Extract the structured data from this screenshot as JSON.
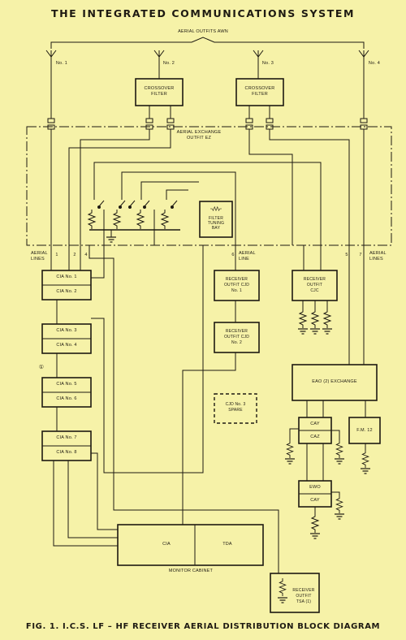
{
  "title": "THE INTEGRATED COMMUNICATIONS SYSTEM",
  "caption": "FIG. 1.  I.C.S. LF – HF RECEIVER AERIAL DISTRIBUTION BLOCK DIAGRAM",
  "aerial_outfits_label": "AERIAL OUTFITS AWN",
  "aerials": [
    "No. 1",
    "No. 2",
    "No. 3",
    "No. 4"
  ],
  "crossover_left": [
    "CROSSOVER",
    "FILTER"
  ],
  "crossover_right": [
    "CROSSOVER",
    "FILTER"
  ],
  "exchange_label": [
    "AERIAL EXCHANGE",
    "OUTFIT EZ"
  ],
  "filter_tuning_bay": [
    "FILTER",
    "TUNING",
    "BAY"
  ],
  "aerial_lines_left": [
    "AERIAL",
    "LINES"
  ],
  "aerial_line_mid": [
    "AERIAL",
    "LINE"
  ],
  "aerial_lines_right": [
    "AERIAL",
    "LINES"
  ],
  "line_numbers": {
    "l1": "1",
    "l2": "2",
    "l4": "4",
    "l6": "6",
    "l5": "5",
    "l7": "7"
  },
  "cia": [
    "CIA No. 1",
    "CIA No. 2",
    "CIA No. 3",
    "CIA No. 4",
    "CIA No. 5",
    "CIA No. 6",
    "CIA No. 7",
    "CIA No. 8"
  ],
  "cjd1": [
    "RECEIVER",
    "OUTFIT CJD",
    "No. 1"
  ],
  "cjd2": [
    "RECEIVER",
    "OUTFIT CJD",
    "No. 2"
  ],
  "cjd3": [
    "CJD No. 3",
    "SPARE"
  ],
  "cjc": [
    "RECEIVER",
    "OUTFIT",
    "CJC"
  ],
  "eao": "EAO (2) EXCHANGE",
  "cay_caz": [
    "CAY",
    "CAZ"
  ],
  "fm12": "F.M. 12",
  "ewo_cay": [
    "EWO",
    "CAY"
  ],
  "monitor": {
    "cia": "CIA",
    "tda": "TDA",
    "label": "MONITOR CABINET"
  },
  "tsa": [
    "RECEIVER",
    "OUTFIT",
    "TSA (1)"
  ],
  "page_mark": "①"
}
